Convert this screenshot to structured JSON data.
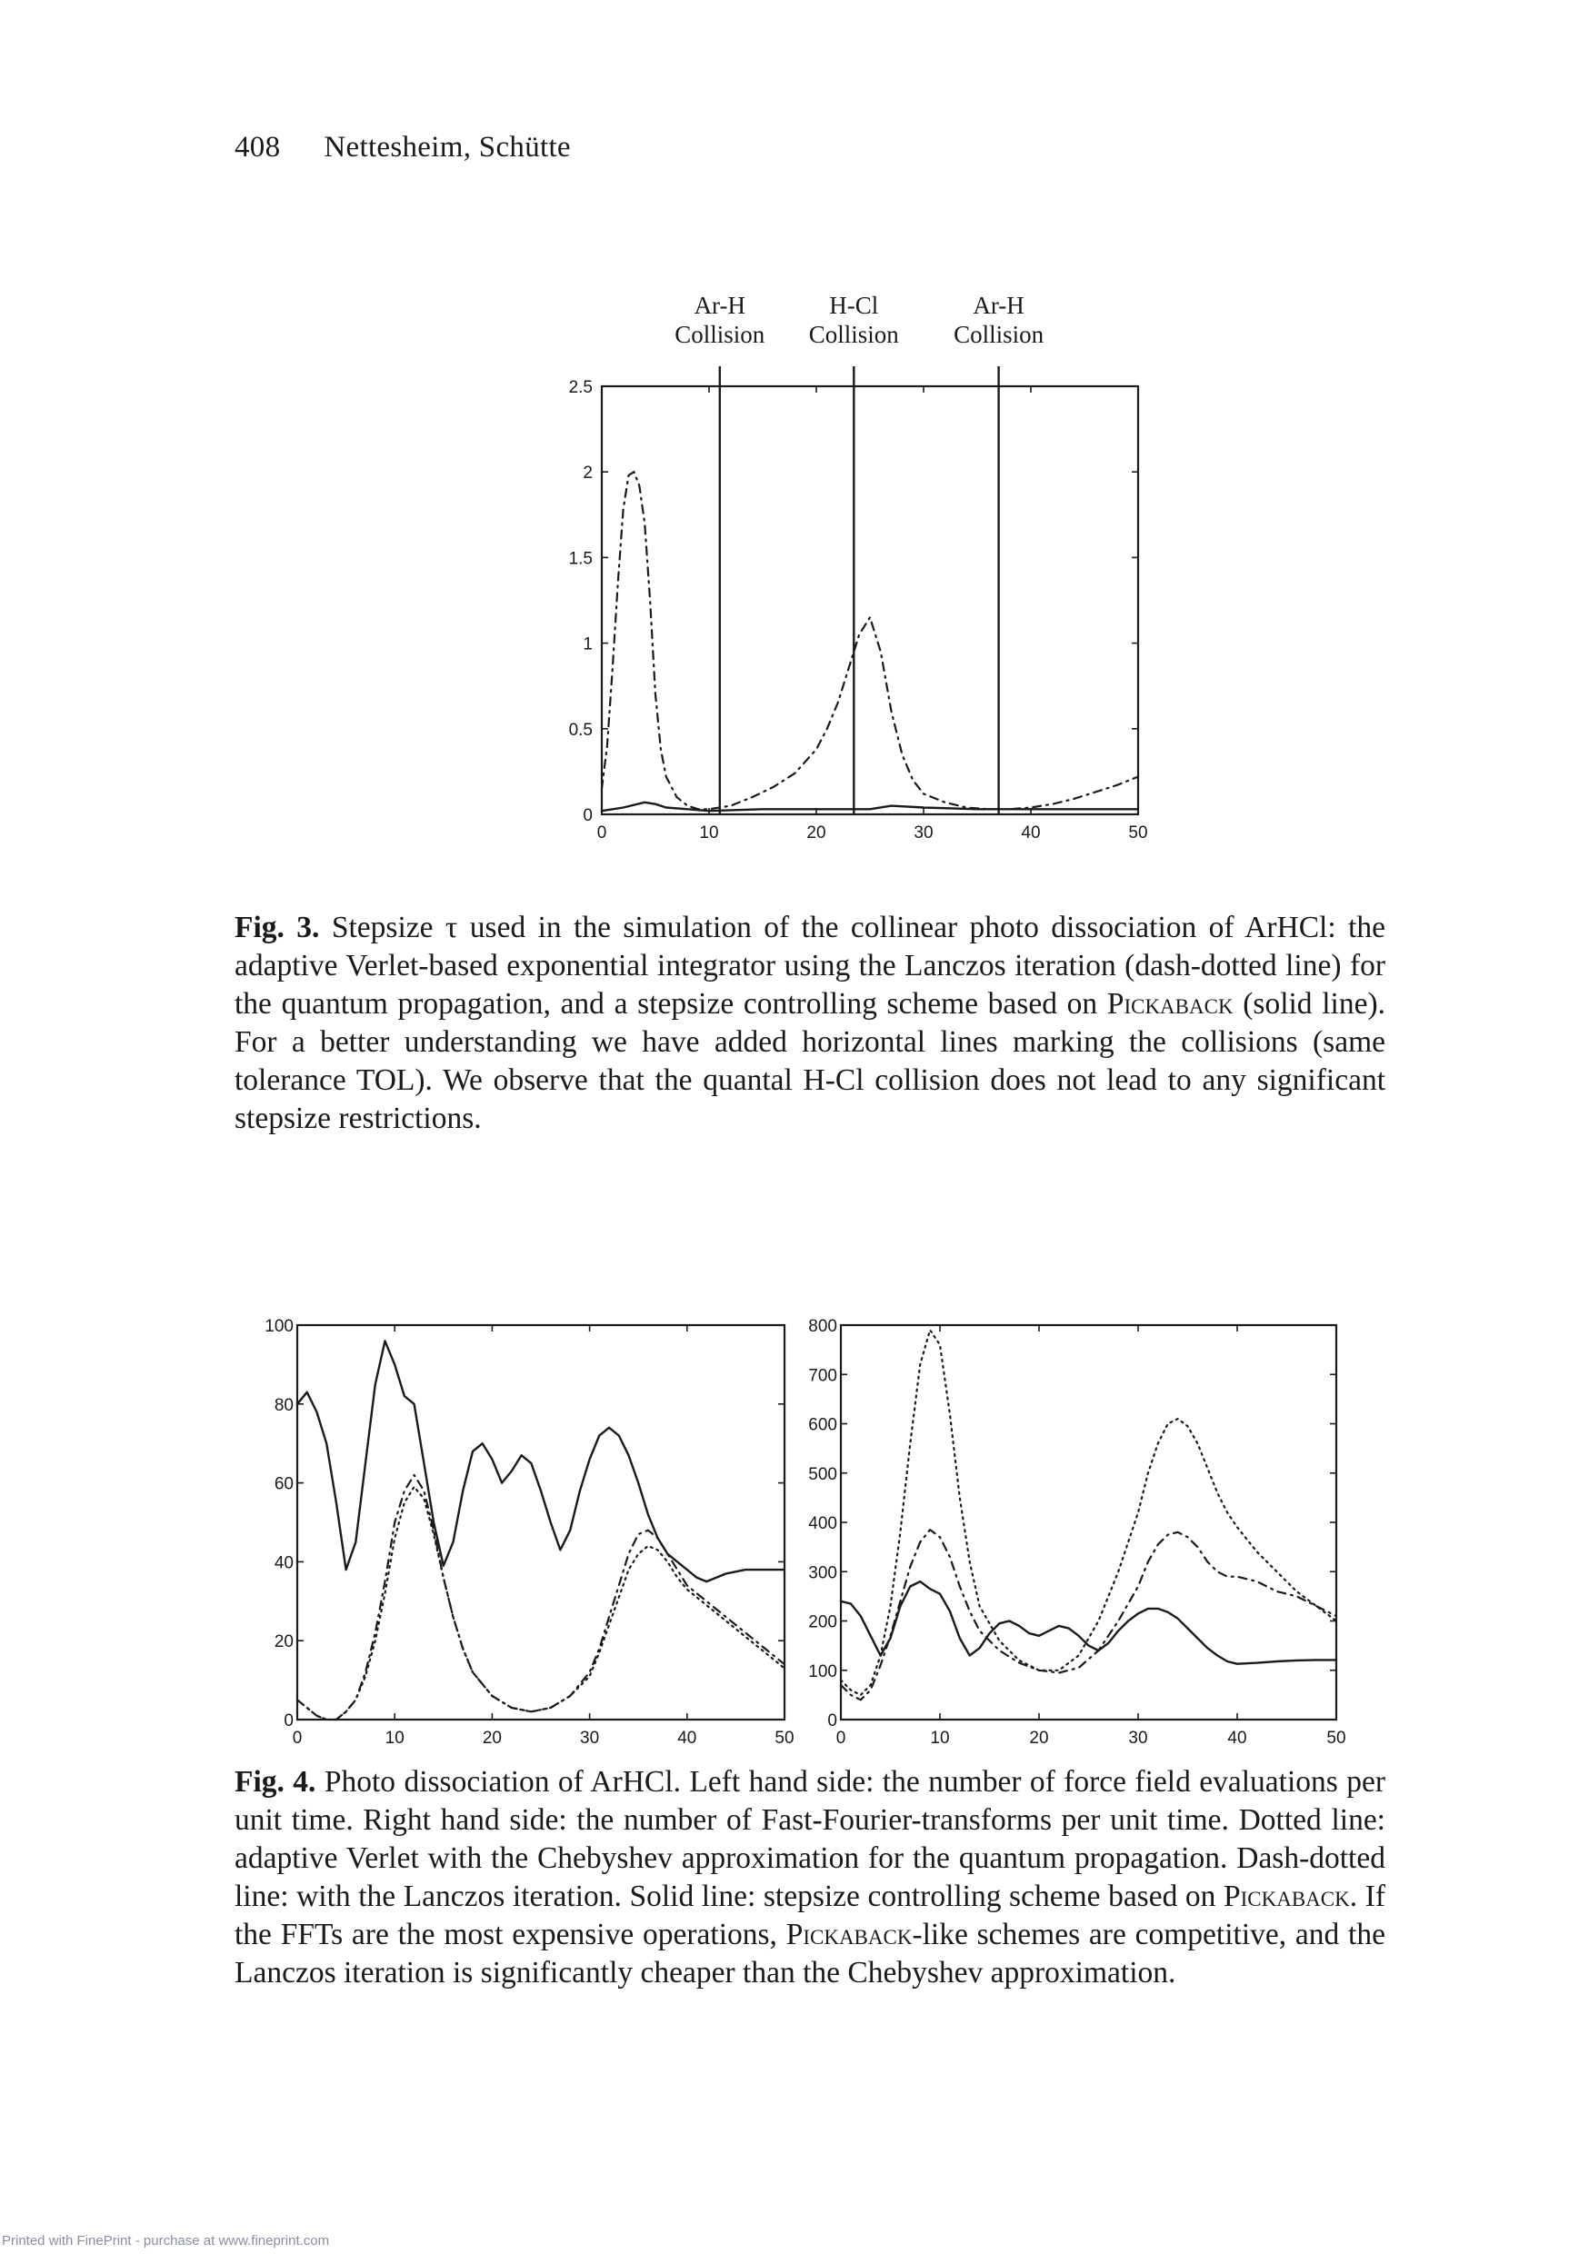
{
  "page": {
    "number": "408",
    "authors": "Nettesheim, Schütte",
    "footer": "Printed with FinePrint - purchase at www.fineprint.com"
  },
  "figure3": {
    "label": "Fig. 3.",
    "caption_pre": "Stepsize τ used in the simulation of the collinear photo dissociation of ArHCl: the adaptive Verlet-based exponential integrator using the Lanczos iteration (dash-dotted line) for the quantum propagation, and a stepsize controlling scheme based on ",
    "caption_sc": "Pickaback",
    "caption_post": " (solid line). For a better understanding we have added horizontal lines marking the collisions (same tolerance TOL). We observe that the quantal H-Cl collision does not lead to any significant stepsize restrictions."
  },
  "figure4": {
    "label": "Fig. 4.",
    "caption_a": "Photo dissociation of ArHCl. Left hand side: the number of force field evaluations per unit time. Right hand side: the number of Fast-Fourier-transforms per unit time. Dotted line: adaptive Verlet with the Chebyshev approximation for the quantum propagation. Dash-dotted line: with the Lanczos iteration. Solid line: stepsize controlling scheme based on ",
    "caption_sc1": "Pickaback",
    "caption_b": ". If the FFTs are the most expensive operations, ",
    "caption_sc2": "Pickaback",
    "caption_c": "-like schemes are competitive, and the Lanczos iteration is significantly cheaper than the Chebyshev approximation."
  },
  "chart_data": [
    {
      "type": "line",
      "title": "",
      "xlabel": "",
      "ylabel": "",
      "xlim": [
        0,
        50
      ],
      "ylim": [
        0,
        2.5
      ],
      "xticks": [
        "0",
        "10",
        "20",
        "30",
        "40",
        "50"
      ],
      "yticks": [
        "0",
        "0.5",
        "1",
        "1.5",
        "2",
        "2.5"
      ],
      "annotations": [
        {
          "label_line1": "Ar-H",
          "label_line2": "Collision",
          "x": 11
        },
        {
          "label_line1": "H-Cl",
          "label_line2": "Collision",
          "x": 23.5
        },
        {
          "label_line1": "Ar-H",
          "label_line2": "Collision",
          "x": 37
        }
      ],
      "series": [
        {
          "style": "dash-dotted",
          "x": [
            0,
            0.5,
            1,
            1.5,
            2,
            2.5,
            3,
            3.5,
            4,
            4.5,
            5,
            5.5,
            6,
            7,
            8,
            9,
            10,
            12,
            14,
            16,
            18,
            20,
            21,
            22,
            23,
            24,
            25,
            26,
            27,
            28,
            29,
            30,
            32,
            34,
            36,
            38,
            40,
            42,
            44,
            46,
            48,
            50
          ],
          "y": [
            0.15,
            0.4,
            0.85,
            1.35,
            1.78,
            1.98,
            2.0,
            1.92,
            1.7,
            1.25,
            0.7,
            0.38,
            0.22,
            0.1,
            0.05,
            0.03,
            0.03,
            0.05,
            0.1,
            0.16,
            0.24,
            0.38,
            0.5,
            0.65,
            0.85,
            1.05,
            1.15,
            0.95,
            0.6,
            0.35,
            0.2,
            0.12,
            0.07,
            0.04,
            0.03,
            0.03,
            0.04,
            0.06,
            0.09,
            0.13,
            0.17,
            0.22
          ]
        },
        {
          "style": "solid",
          "x": [
            0,
            2,
            4,
            5,
            6,
            8,
            10,
            15,
            20,
            25,
            27,
            30,
            35,
            40,
            45,
            50
          ],
          "y": [
            0.02,
            0.04,
            0.07,
            0.06,
            0.04,
            0.03,
            0.02,
            0.03,
            0.03,
            0.03,
            0.05,
            0.04,
            0.03,
            0.03,
            0.03,
            0.03
          ]
        }
      ]
    },
    {
      "type": "line",
      "title": "",
      "xlabel": "",
      "ylabel": "",
      "xlim": [
        0,
        50
      ],
      "ylim": [
        0,
        100
      ],
      "xticks": [
        "0",
        "10",
        "20",
        "30",
        "40",
        "50"
      ],
      "yticks": [
        "0",
        "20",
        "40",
        "60",
        "80",
        "100"
      ],
      "series": [
        {
          "style": "solid",
          "x": [
            0,
            1,
            2,
            3,
            4,
            5,
            6,
            7,
            8,
            9,
            10,
            11,
            12,
            13,
            14,
            15,
            16,
            17,
            18,
            19,
            20,
            21,
            22,
            23,
            24,
            25,
            26,
            27,
            28,
            29,
            30,
            31,
            32,
            33,
            34,
            35,
            36,
            37,
            38,
            39,
            40,
            41,
            42,
            43,
            44,
            46,
            48,
            50
          ],
          "y": [
            80,
            83,
            78,
            70,
            55,
            38,
            45,
            65,
            85,
            96,
            90,
            82,
            80,
            65,
            50,
            39,
            45,
            58,
            68,
            70,
            66,
            60,
            63,
            67,
            65,
            58,
            50,
            43,
            48,
            58,
            66,
            72,
            74,
            72,
            67,
            60,
            52,
            46,
            42,
            40,
            38,
            36,
            35,
            36,
            37,
            38,
            38,
            38
          ]
        },
        {
          "style": "dash-dotted",
          "x": [
            0,
            1,
            2,
            3,
            4,
            5,
            6,
            7,
            8,
            9,
            10,
            11,
            12,
            13,
            14,
            15,
            16,
            17,
            18,
            20,
            22,
            24,
            26,
            28,
            30,
            31,
            32,
            33,
            34,
            35,
            36,
            37,
            38,
            39,
            40,
            42,
            44,
            46,
            48,
            50
          ],
          "y": [
            5,
            3,
            1,
            0,
            0,
            2,
            5,
            12,
            22,
            35,
            50,
            58,
            62,
            58,
            48,
            36,
            26,
            18,
            12,
            6,
            3,
            2,
            3,
            6,
            12,
            18,
            26,
            34,
            42,
            47,
            48,
            46,
            42,
            38,
            34,
            30,
            26,
            22,
            18,
            14
          ]
        },
        {
          "style": "dotted",
          "x": [
            0,
            1,
            2,
            3,
            4,
            5,
            6,
            7,
            8,
            9,
            10,
            11,
            12,
            13,
            14,
            15,
            16,
            17,
            18,
            20,
            22,
            24,
            26,
            28,
            30,
            31,
            32,
            33,
            34,
            35,
            36,
            37,
            38,
            39,
            40,
            42,
            44,
            46,
            48,
            50
          ],
          "y": [
            5,
            3,
            1,
            0,
            0,
            2,
            5,
            11,
            20,
            32,
            46,
            55,
            59,
            56,
            47,
            36,
            26,
            18,
            12,
            6,
            3,
            2,
            3,
            6,
            11,
            17,
            24,
            31,
            38,
            42,
            44,
            43,
            40,
            36,
            33,
            29,
            25,
            21,
            17,
            13
          ]
        }
      ]
    },
    {
      "type": "line",
      "title": "",
      "xlabel": "",
      "ylabel": "",
      "xlim": [
        0,
        50
      ],
      "ylim": [
        0,
        800
      ],
      "xticks": [
        "0",
        "10",
        "20",
        "30",
        "40",
        "50"
      ],
      "yticks": [
        "0",
        "100",
        "200",
        "300",
        "400",
        "500",
        "600",
        "700",
        "800"
      ],
      "series": [
        {
          "style": "solid",
          "x": [
            0,
            1,
            2,
            3,
            4,
            5,
            6,
            7,
            8,
            9,
            10,
            11,
            12,
            13,
            14,
            15,
            16,
            17,
            18,
            19,
            20,
            21,
            22,
            23,
            24,
            25,
            26,
            27,
            28,
            29,
            30,
            31,
            32,
            33,
            34,
            35,
            36,
            37,
            38,
            39,
            40,
            42,
            44,
            46,
            48,
            50
          ],
          "y": [
            240,
            235,
            210,
            170,
            130,
            165,
            230,
            270,
            280,
            265,
            255,
            220,
            165,
            130,
            145,
            175,
            195,
            200,
            190,
            175,
            170,
            180,
            190,
            185,
            170,
            150,
            140,
            155,
            180,
            200,
            215,
            225,
            225,
            218,
            205,
            185,
            165,
            145,
            130,
            118,
            113,
            115,
            118,
            120,
            121,
            121
          ]
        },
        {
          "style": "dash-dotted",
          "x": [
            0,
            1,
            2,
            3,
            4,
            5,
            6,
            7,
            8,
            9,
            10,
            11,
            12,
            13,
            14,
            16,
            18,
            20,
            22,
            24,
            26,
            28,
            30,
            31,
            32,
            33,
            34,
            35,
            36,
            37,
            38,
            39,
            40,
            42,
            44,
            46,
            48,
            50
          ],
          "y": [
            70,
            50,
            40,
            60,
            110,
            170,
            240,
            310,
            360,
            385,
            370,
            330,
            270,
            220,
            180,
            140,
            115,
            100,
            95,
            105,
            140,
            200,
            270,
            320,
            355,
            375,
            380,
            370,
            350,
            320,
            300,
            290,
            290,
            280,
            260,
            250,
            230,
            210
          ]
        },
        {
          "style": "dotted",
          "x": [
            0,
            1,
            2,
            3,
            4,
            5,
            6,
            7,
            8,
            9,
            10,
            11,
            12,
            13,
            14,
            16,
            18,
            20,
            22,
            24,
            26,
            28,
            30,
            31,
            32,
            33,
            34,
            35,
            36,
            37,
            38,
            39,
            40,
            42,
            44,
            46,
            48,
            50
          ],
          "y": [
            80,
            60,
            50,
            70,
            130,
            230,
            380,
            560,
            720,
            790,
            760,
            620,
            450,
            320,
            230,
            160,
            120,
            100,
            100,
            130,
            200,
            300,
            420,
            500,
            560,
            600,
            610,
            595,
            560,
            510,
            460,
            420,
            390,
            340,
            300,
            260,
            230,
            200
          ]
        }
      ]
    }
  ]
}
